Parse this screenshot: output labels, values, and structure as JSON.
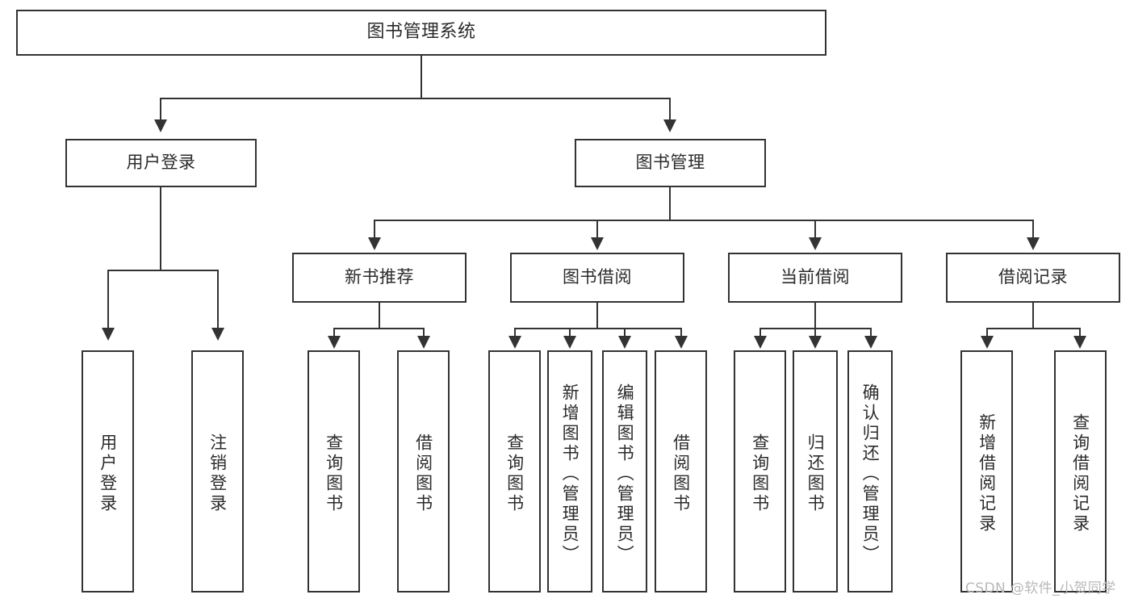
{
  "diagram": {
    "title": "图书管理系统",
    "type": "tree-hierarchy-chart",
    "watermark": "CSDN @软件_小贺同学",
    "colors": {
      "border": "#333333",
      "text": "#2b2b2b",
      "background": "#ffffff",
      "watermark": "#b8b8b8"
    }
  },
  "nodes": {
    "root": {
      "label": "图书管理系统"
    },
    "level2": [
      {
        "label": "用户登录"
      },
      {
        "label": "图书管理"
      }
    ],
    "level3": [
      {
        "label": "新书推荐"
      },
      {
        "label": "图书借阅"
      },
      {
        "label": "当前借阅"
      },
      {
        "label": "借阅记录"
      }
    ],
    "level4": {
      "user_login": [
        {
          "label": "用户登录"
        },
        {
          "label": "注销登录"
        }
      ],
      "new_book_recommend": [
        {
          "label": "查询图书"
        },
        {
          "label": "借阅图书"
        }
      ],
      "book_borrow": [
        {
          "label": "查询图书"
        },
        {
          "label": "新增图书（管理员）"
        },
        {
          "label": "编辑图书（管理员）"
        },
        {
          "label": "借阅图书"
        }
      ],
      "current_borrow": [
        {
          "label": "查询图书"
        },
        {
          "label": "归还图书"
        },
        {
          "label": "确认归还（管理员）"
        }
      ],
      "borrow_record": [
        {
          "label": "新增借阅记录"
        },
        {
          "label": "查询借阅记录"
        }
      ]
    }
  }
}
